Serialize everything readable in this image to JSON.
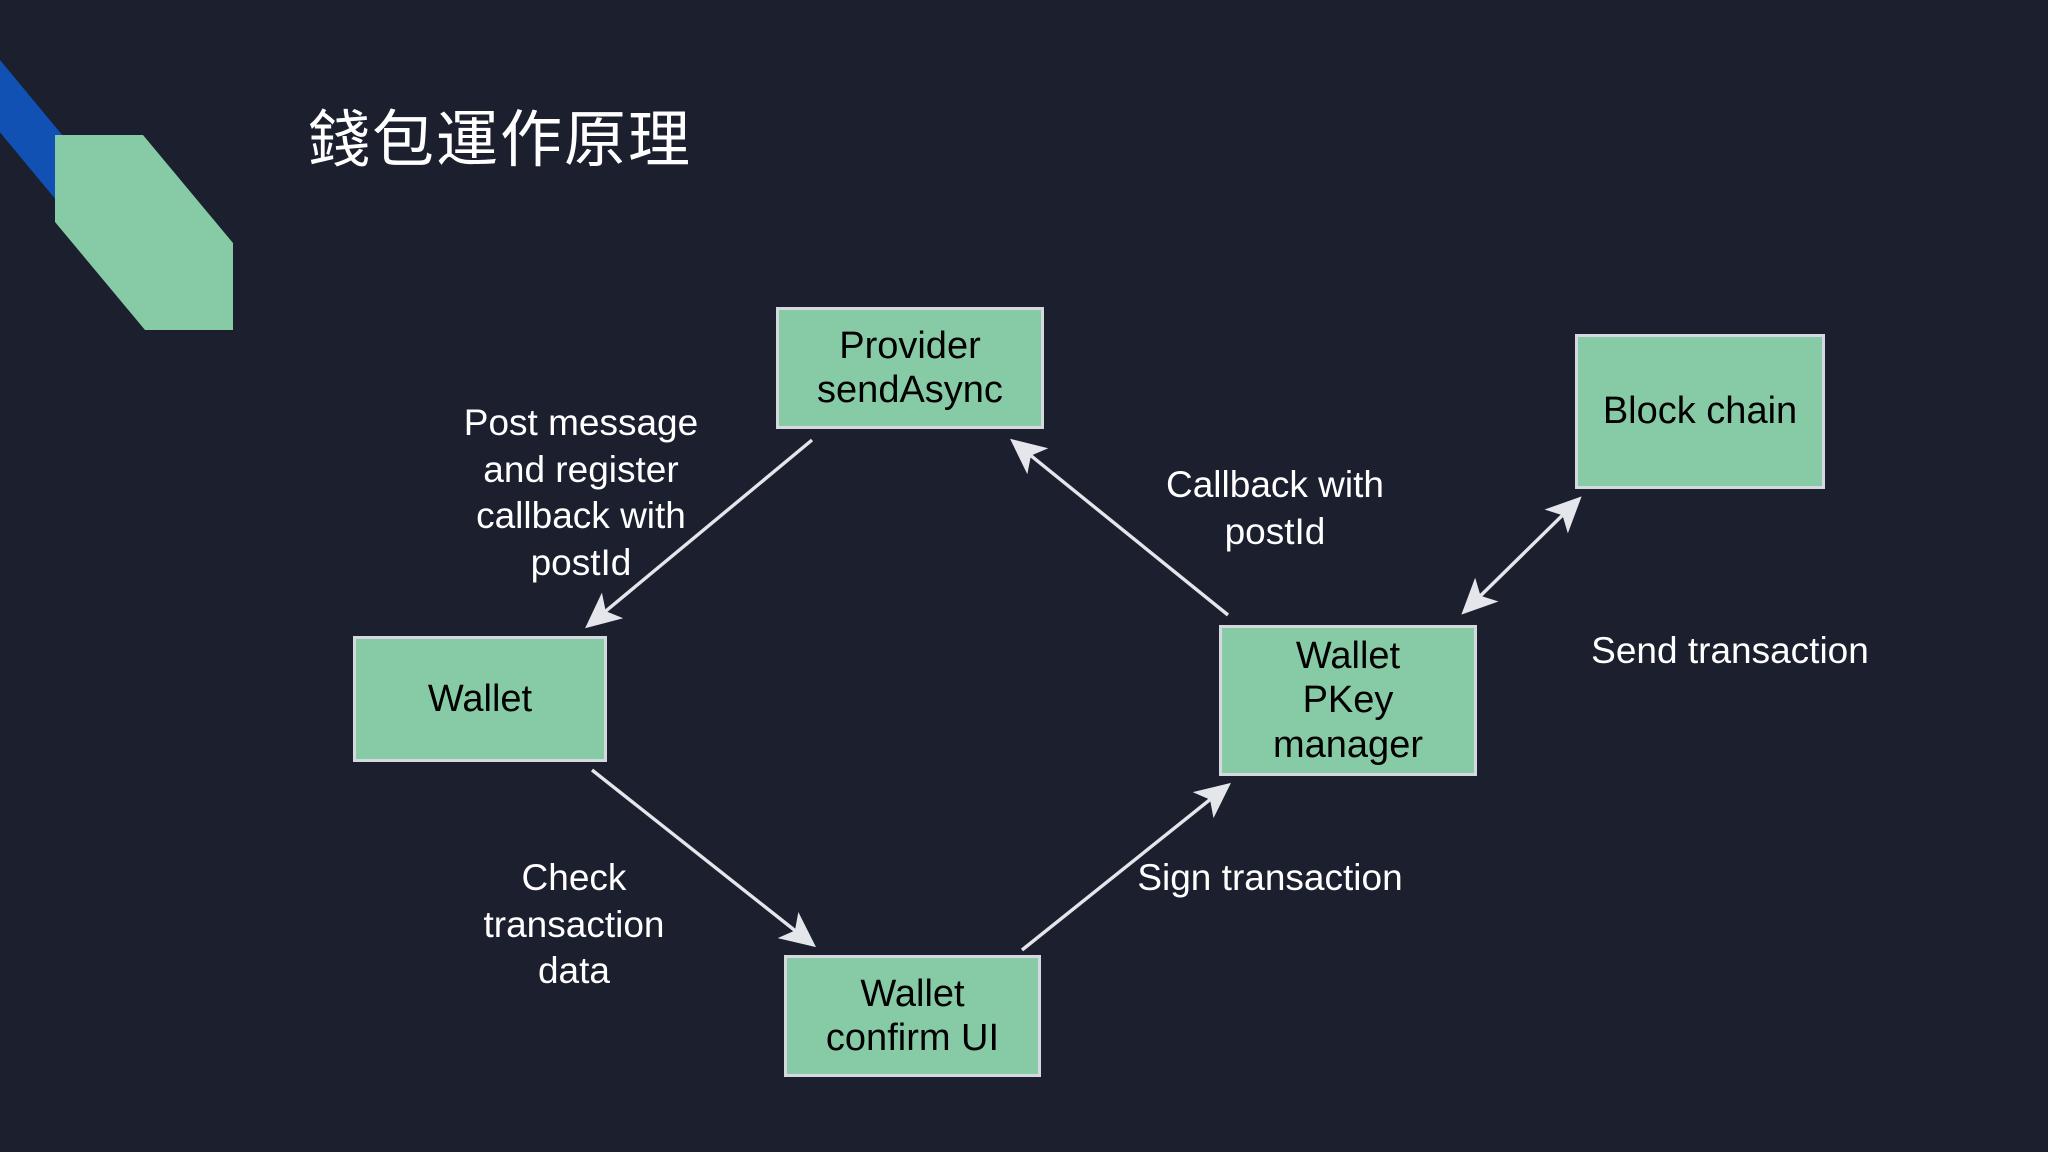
{
  "slide": {
    "title": "錢包運作原理",
    "background_color": "#1b1f2e",
    "logo": {
      "name": "brand-logo",
      "blue_color": "#1151b4",
      "green_color": "#86cba5"
    }
  },
  "diagram": {
    "type": "flow",
    "node_fill": "#86cba5",
    "node_border": "#d5d8de",
    "node_text_color": "#000000",
    "edge_color": "#e4e6ec",
    "label_text_color": "#ffffff",
    "nodes": [
      {
        "id": "provider",
        "label": "Provider\nsendAsync"
      },
      {
        "id": "blockchain",
        "label": "Block chain"
      },
      {
        "id": "wallet",
        "label": "Wallet"
      },
      {
        "id": "pkey",
        "label": "Wallet\nPKey\nmanager"
      },
      {
        "id": "confirm",
        "label": "Wallet\nconfirm UI"
      }
    ],
    "edges": [
      {
        "id": "post",
        "from": "provider",
        "to": "wallet",
        "arrows": "end",
        "label": "Post message\nand register\ncallback with\npostId"
      },
      {
        "id": "check",
        "from": "wallet",
        "to": "confirm",
        "arrows": "end",
        "label": "Check\ntransaction\ndata"
      },
      {
        "id": "sign",
        "from": "confirm",
        "to": "pkey",
        "arrows": "end",
        "label": "Sign transaction"
      },
      {
        "id": "callback",
        "from": "pkey",
        "to": "provider",
        "arrows": "end",
        "label": "Callback with\npostId"
      },
      {
        "id": "send",
        "from": "pkey",
        "to": "blockchain",
        "arrows": "both",
        "label": "Send transaction"
      }
    ]
  }
}
